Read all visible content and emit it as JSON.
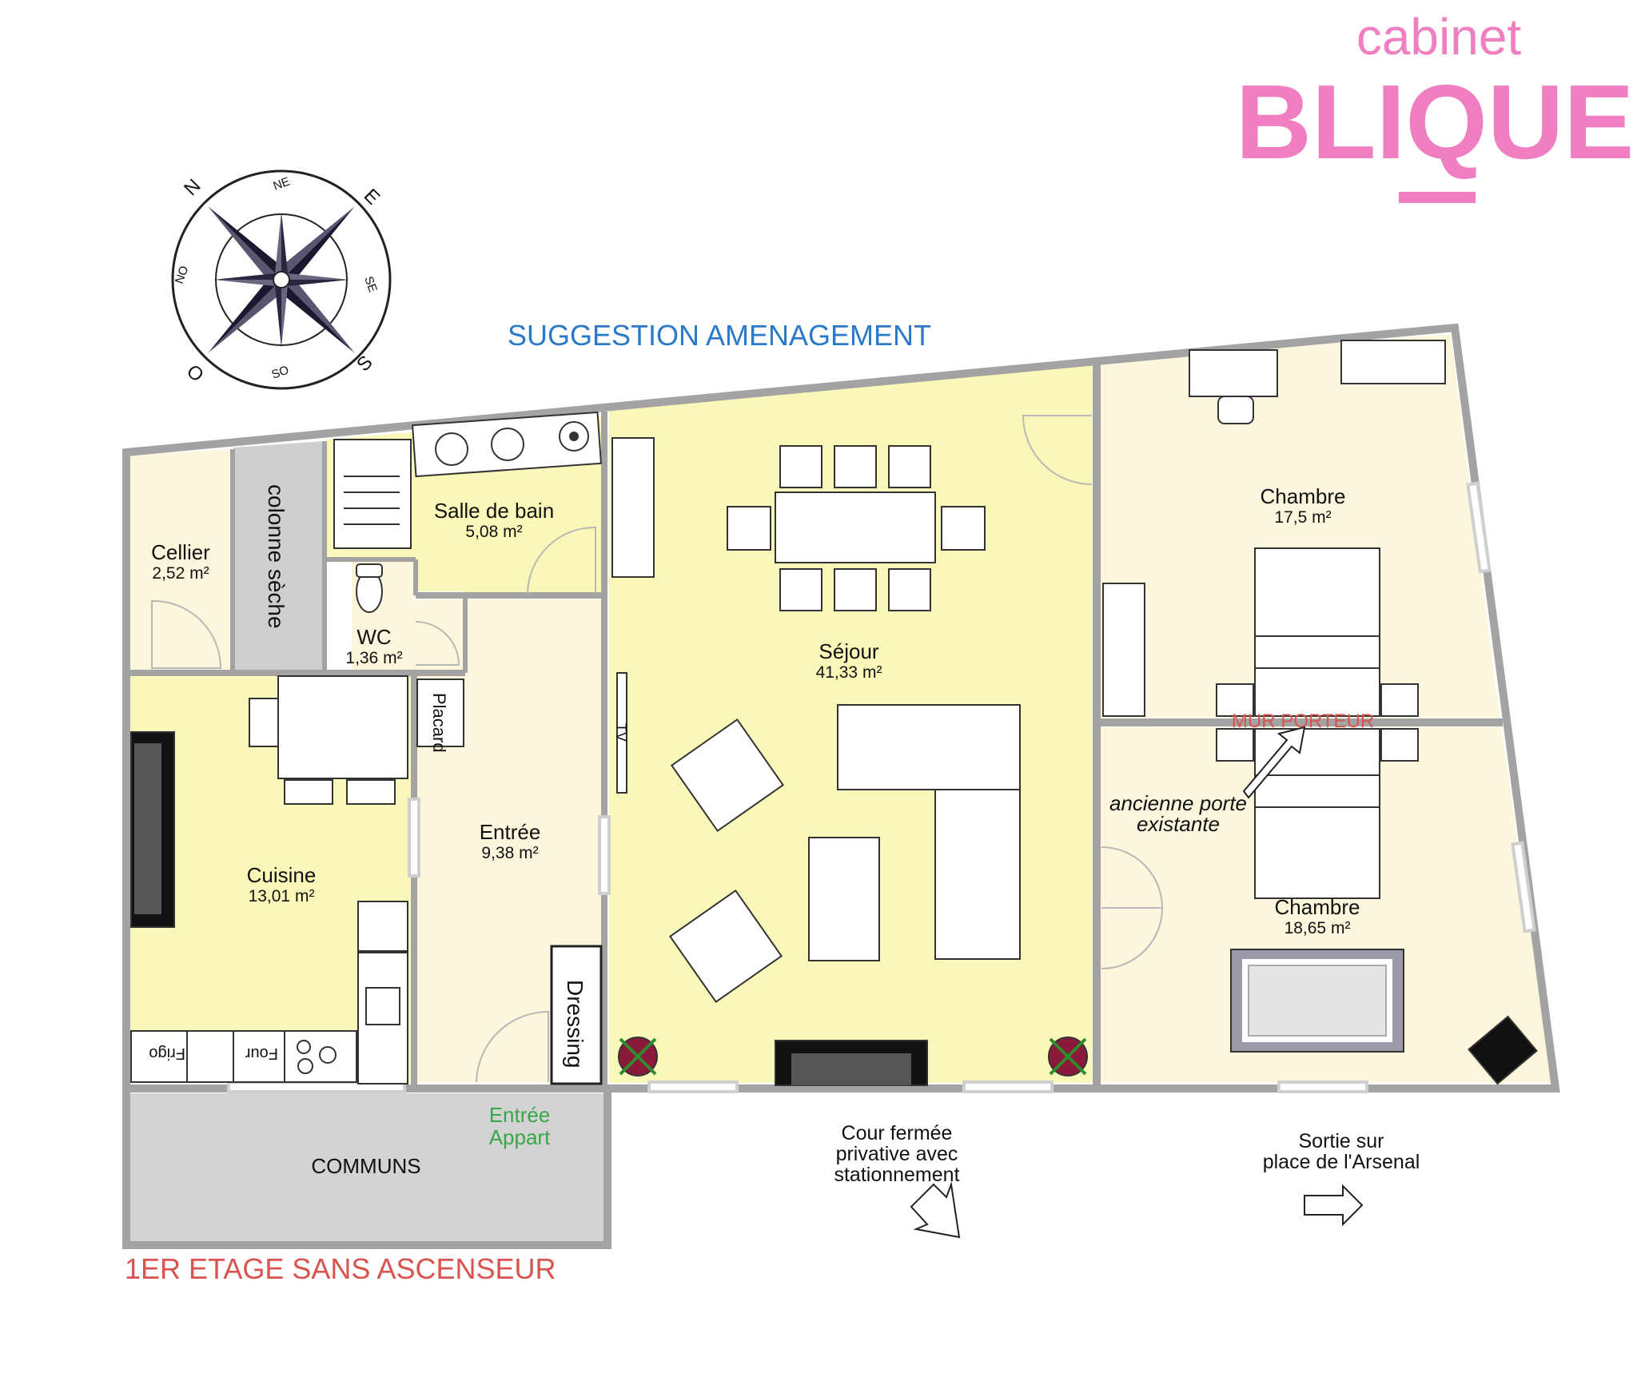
{
  "brand": {
    "line1": "cabinet",
    "line2": "BLIQUE",
    "color": "#ef7fc0"
  },
  "heading": {
    "text": "SUGGESTION AMENAGEMENT",
    "color": "#2b79c9"
  },
  "footer_note": {
    "text": "1ER ETAGE SANS ASCENSEUR",
    "color": "#d9534f"
  },
  "compass": {
    "n": "N",
    "ne": "NE",
    "e": "E",
    "se": "SE",
    "s": "S",
    "so": "SO",
    "o": "O",
    "no": "NO"
  },
  "rooms": {
    "cellier": {
      "name": "Cellier",
      "area": "2,52 m²"
    },
    "colonne": {
      "name": "colonne sèche"
    },
    "sdb": {
      "name": "Salle de bain",
      "area": "5,08 m²"
    },
    "wc": {
      "name": "WC",
      "area": "1,36 m²"
    },
    "cuisine": {
      "name": "Cuisine",
      "area": "13,01 m²"
    },
    "entree": {
      "name": "Entrée",
      "area": "9,38 m²"
    },
    "sejour": {
      "name": "Séjour",
      "area": "41,33 m²"
    },
    "chambre1": {
      "name": "Chambre",
      "area": "17,5 m²"
    },
    "chambre2": {
      "name": "Chambre",
      "area": "18,65 m²"
    },
    "communs": {
      "name": "COMMUNS"
    }
  },
  "furniture": {
    "placard": "Placard",
    "dressing": "Dressing",
    "tv": "TV",
    "frigo": "Frigo",
    "four": "Four"
  },
  "annotations": {
    "mur_porteur": "MUR PORTEUR",
    "ancienne_porte_1": "ancienne porte",
    "ancienne_porte_2": "existante",
    "entree_appart_1": "Entrée",
    "entree_appart_2": "Appart",
    "cour_1": "Cour fermée",
    "cour_2": "privative avec",
    "cour_3": "stationnement",
    "sortie_1": "Sortie sur",
    "sortie_2": "place de l'Arsenal"
  },
  "colors": {
    "room_yellow": "#f9f8b8",
    "room_cream": "#fbf6dc",
    "wall": "#a3a3a3",
    "commons": "#d3d3d3",
    "red_note": "#d9534f",
    "green_note": "#3aa64a"
  }
}
